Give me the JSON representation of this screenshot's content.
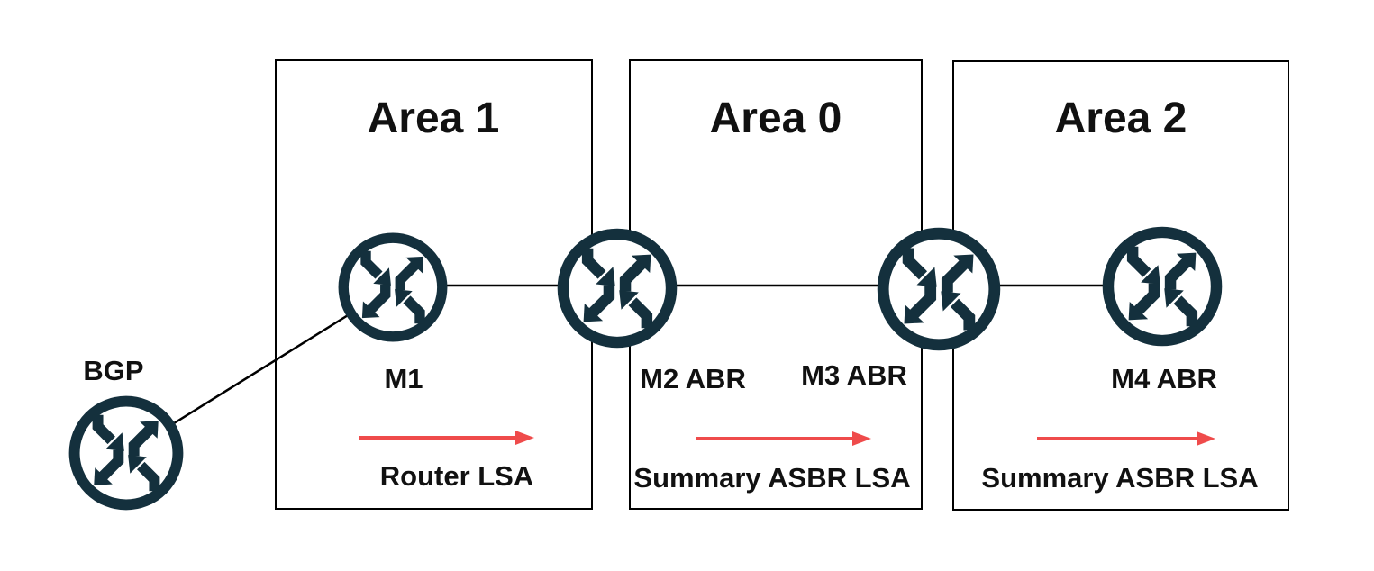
{
  "diagram": {
    "areas": [
      {
        "title": "Area 1",
        "lsa_label": "Router LSA"
      },
      {
        "title": "Area 0",
        "lsa_label": "Summary ASBR LSA"
      },
      {
        "title": "Area 2",
        "lsa_label": "Summary ASBR LSA"
      }
    ],
    "routers": [
      {
        "label": "BGP"
      },
      {
        "label": "M1"
      },
      {
        "label": "M2 ABR"
      },
      {
        "label": "M3 ABR"
      },
      {
        "label": "M4 ABR"
      }
    ],
    "colors": {
      "router": "#14303d",
      "arrow": "#ef4b4b",
      "line": "#000000",
      "text": "#111111"
    }
  }
}
